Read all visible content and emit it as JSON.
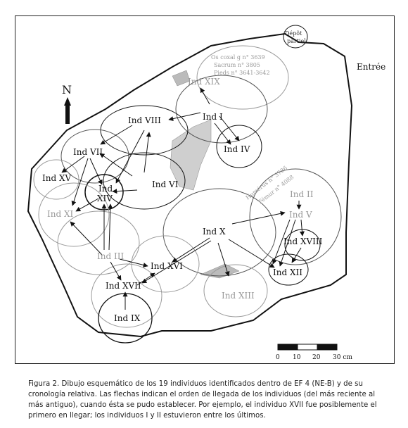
{
  "north": "N",
  "entrance": "Entrée",
  "depot": [
    "Dépôt",
    "partiel"
  ],
  "dep_info": [
    "Os coxal g n° 3639",
    "Sacrum n° 3805",
    "Pieds n° 3641-3642"
  ],
  "diag_text": [
    "Humérus n° 3786",
    "Fémur n° 4088"
  ],
  "individuals": {
    "I": "Ind I",
    "II": "Ind II",
    "III": "Ind III",
    "IV": "Ind IV",
    "V": "Ind V",
    "VI": "Ind VI",
    "VII": "Ind VII",
    "VIII": "Ind VIII",
    "IX": "Ind IX",
    "X": "Ind X",
    "XI": "Ind XI",
    "XII": "Ind XII",
    "XIII": "Ind XIII",
    "XIV_a": "Ind",
    "XIV_b": "XIV",
    "XV": "Ind XV",
    "XVI": "Ind XVI",
    "XVII": "Ind XVII",
    "XVIII": "Ind XVIII",
    "XIX": "Ind XIX"
  },
  "scale": {
    "ticks": [
      "0",
      "10",
      "20",
      "30 cm"
    ]
  },
  "caption": "Figura 2. Dibujo esquemático de los 19 individuos identificados dentro de EF 4 (NE-B) y de su cronología relativa. Las flechas indican el orden de llegada de los individuos (del más reciente al más antiguo), cuando ésta se pudo establecer. Por ejemplo, el individuo XVII fue posiblemente el primero en llegar; los individuos I y II estuvieron entre los últimos."
}
